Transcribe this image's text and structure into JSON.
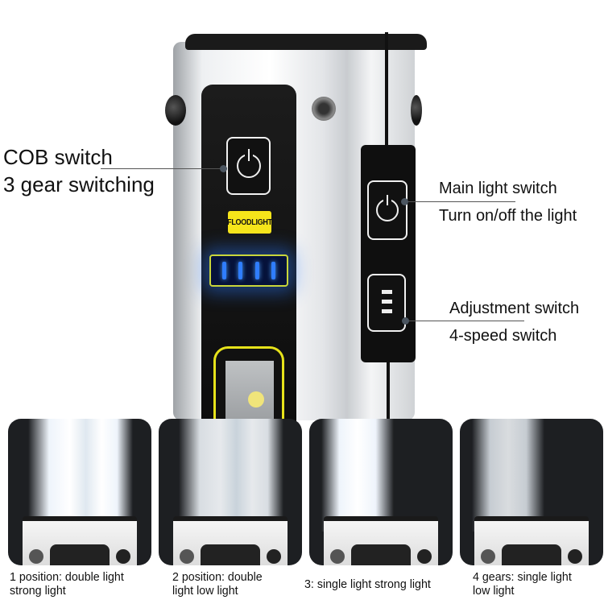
{
  "callouts": {
    "cob": {
      "line1": "COB switch",
      "line2": "3 gear switching"
    },
    "main": {
      "line1": "Main light switch",
      "line2": "Turn on/off the light"
    },
    "adjust": {
      "line1": "Adjustment switch",
      "line2": "4-speed switch"
    }
  },
  "device": {
    "floodlight_label": "FLOODLIGHT",
    "battery_bars": 4,
    "icons": [
      "power-icon",
      "power-icon",
      "levels-icon"
    ],
    "colors": {
      "label_yellow": "#f6e51a",
      "battery_blue": "#2f7dff",
      "panel_black": "#111111"
    }
  },
  "modes": [
    {
      "caption_line1": "1 position: double light",
      "caption_line2": "strong light"
    },
    {
      "caption_line1": "2 position: double",
      "caption_line2": "light low light"
    },
    {
      "caption_line1": "3: single light strong light",
      "caption_line2": ""
    },
    {
      "caption_line1": "4 gears: single light",
      "caption_line2": "low light"
    }
  ]
}
